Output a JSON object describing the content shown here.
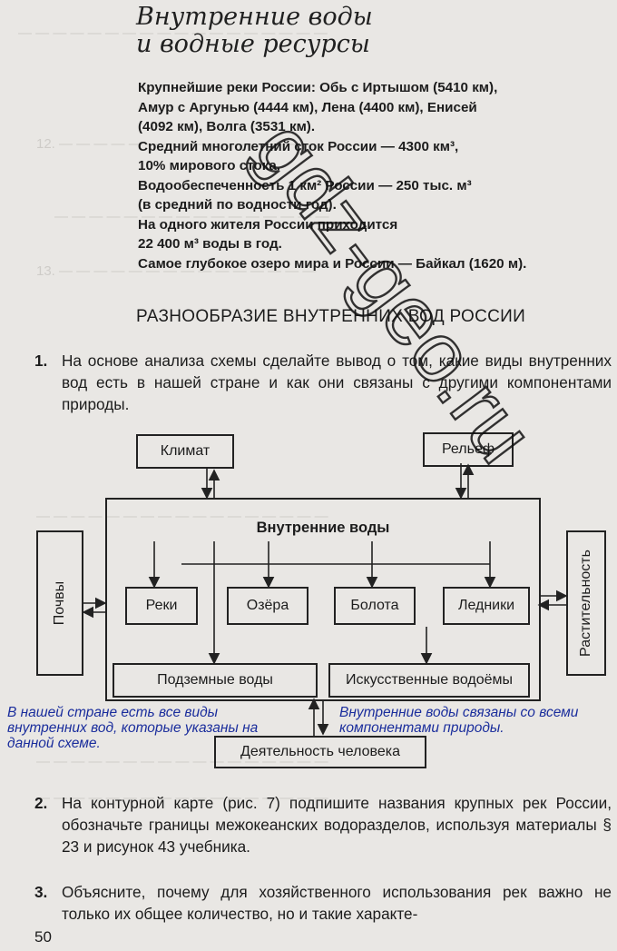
{
  "header": {
    "title_line1": "Внутренние воды",
    "title_line2": "и водные ресурсы"
  },
  "facts": [
    "Крупнейшие реки России: Обь с Иртышом (5410 км),",
    "Амур с Аргунью (4444 км), Лена (4400 км), Енисей",
    "(4092 км), Волга (3531 км).",
    "Средний многолетний сток России — 4300 км³,",
    "10% мирового стока.",
    "Водообеспеченность 1 км² России — 250 тыс. м³",
    "(в средний по водности год).",
    "На одного жителя России приходится",
    "22 400 м³ воды в год.",
    "Самое глубокое озеро мира и России — Байкал (1620 м)."
  ],
  "section_title": "РАЗНООБРАЗИЕ ВНУТРЕННИХ ВОД РОССИИ",
  "task1": {
    "number": "1.",
    "text": "На основе анализа схемы сделайте вывод о том, какие виды внутренних вод есть в нашей стране и как они связаны с другими компонентами природы."
  },
  "diagram": {
    "climate": "Климат",
    "relief": "Рельеф",
    "inner_waters": "Внутренние воды",
    "soils": "Почвы",
    "vegetation": "Растительность",
    "rivers": "Реки",
    "lakes": "Озёра",
    "swamps": "Болота",
    "glaciers": "Ледники",
    "groundwater": "Подземные воды",
    "reservoirs": "Искусственные водоёмы",
    "human": "Деятельность человека"
  },
  "answers": {
    "left": "В нашей стране есть все виды внутренних вод, которые указаны на данной схеме.",
    "right": "Внутренние воды связаны со всеми компонентами природы."
  },
  "task2": {
    "number": "2.",
    "text": "На контурной карте (рис. 7) подпишите названия крупных рек России, обозначьте границы межокеанских водоразделов, используя материалы § 23 и рисунок 43 учебника."
  },
  "task3": {
    "number": "3.",
    "text": "Объясните, почему для хозяйственного использования рек важно не только их общее количество, но и такие характе-"
  },
  "watermark": "gdz-geo.ru",
  "page_number": "50"
}
